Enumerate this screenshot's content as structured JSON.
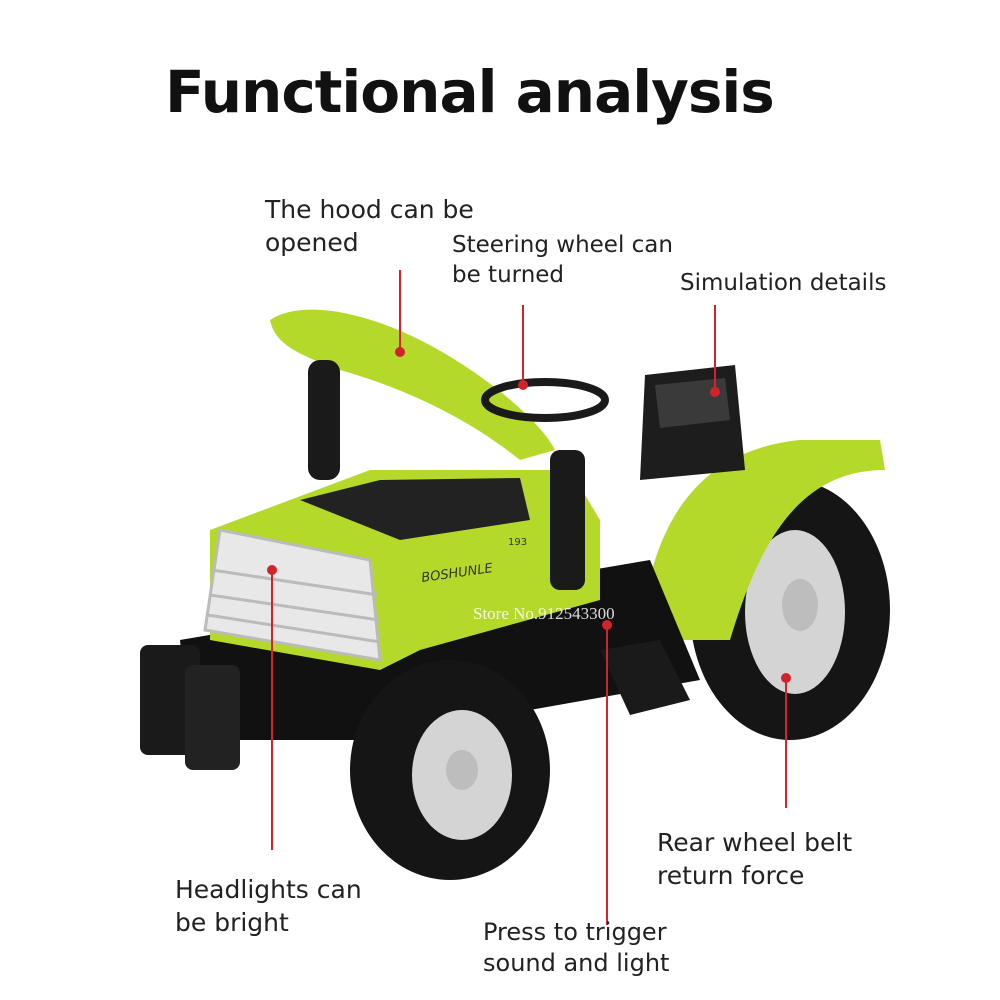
{
  "title": "Functional analysis",
  "callouts": [
    {
      "id": "hood",
      "lines": [
        "The hood can be",
        "opened"
      ]
    },
    {
      "id": "steering",
      "lines": [
        "Steering wheel can",
        "be turned"
      ]
    },
    {
      "id": "simulation",
      "lines": [
        "Simulation details"
      ]
    },
    {
      "id": "headlights",
      "lines": [
        "Headlights can",
        "be bright"
      ]
    },
    {
      "id": "press",
      "lines": [
        "Press to trigger",
        "sound and light"
      ]
    },
    {
      "id": "rear-wheel",
      "lines": [
        "Rear wheel belt",
        "return force"
      ]
    }
  ],
  "product_brand": "BOSHUNLE",
  "model_number": "193",
  "watermark": "Store No.912543300",
  "colors": {
    "body": "#b5d92a",
    "callout": "#d2232a",
    "tire": "#151515",
    "rim": "#d4d4d4"
  }
}
